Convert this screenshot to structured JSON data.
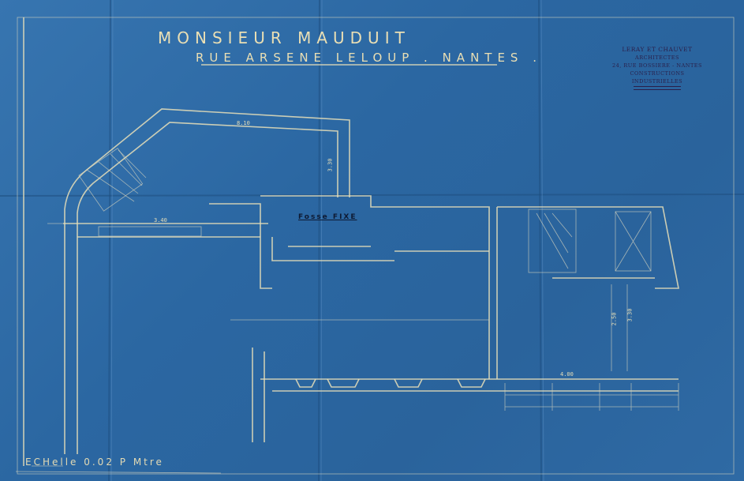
{
  "title": {
    "client": "MONSIEUR MAUDUIT",
    "address": "RUE ARSENE LELOUP . NANTES ."
  },
  "stamp": {
    "firm": "LERAY ET CHAUVET",
    "profession": "ARCHITECTES",
    "address": "24, RUE BOSSIERE - NANTES",
    "specialty": "CONSTRUCTIONS INDUSTRIELLES"
  },
  "labels": {
    "fosse": "Fosse FIXE",
    "dim_wing": "8.10",
    "dim_wing_side": "3.30",
    "dim_front": "3.40",
    "dim_right_1": "2.50",
    "dim_right_2": "3.30",
    "dim_bottom": "4.00"
  },
  "scale": "ECHelle 0.02 P Mtre",
  "colors": {
    "paper": "#2c68a3",
    "ink": "#e8dfb8",
    "stamp": "#2a1f4a"
  }
}
